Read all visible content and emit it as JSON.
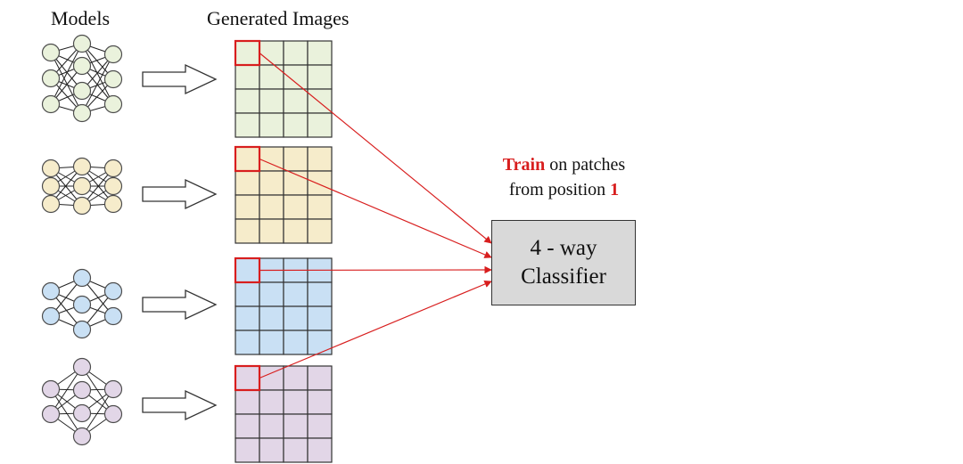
{
  "titles": {
    "models": "Models",
    "generated_images": "Generated Images"
  },
  "caption": {
    "train": "Train",
    "on_patches": " on patches",
    "from_position": "from position ",
    "position_number": "1"
  },
  "classifier": {
    "line1": "4 - way",
    "line2": "Classifier"
  },
  "rows": [
    {
      "model_variant": "a",
      "fill": "#eaf2dc",
      "stroke": "#4d4d4d"
    },
    {
      "model_variant": "a",
      "fill": "#f6eccb",
      "stroke": "#4d4d4d"
    },
    {
      "model_variant": "b",
      "fill": "#c9e0f4",
      "stroke": "#4d4d4d"
    },
    {
      "model_variant": "c",
      "fill": "#e2d6e7",
      "stroke": "#4d4d4d"
    }
  ],
  "colors": {
    "highlight": "#d81e1e",
    "grid_line": "#333333",
    "arrow_stroke": "#333333",
    "classifier_fill": "#d9d9d9"
  }
}
